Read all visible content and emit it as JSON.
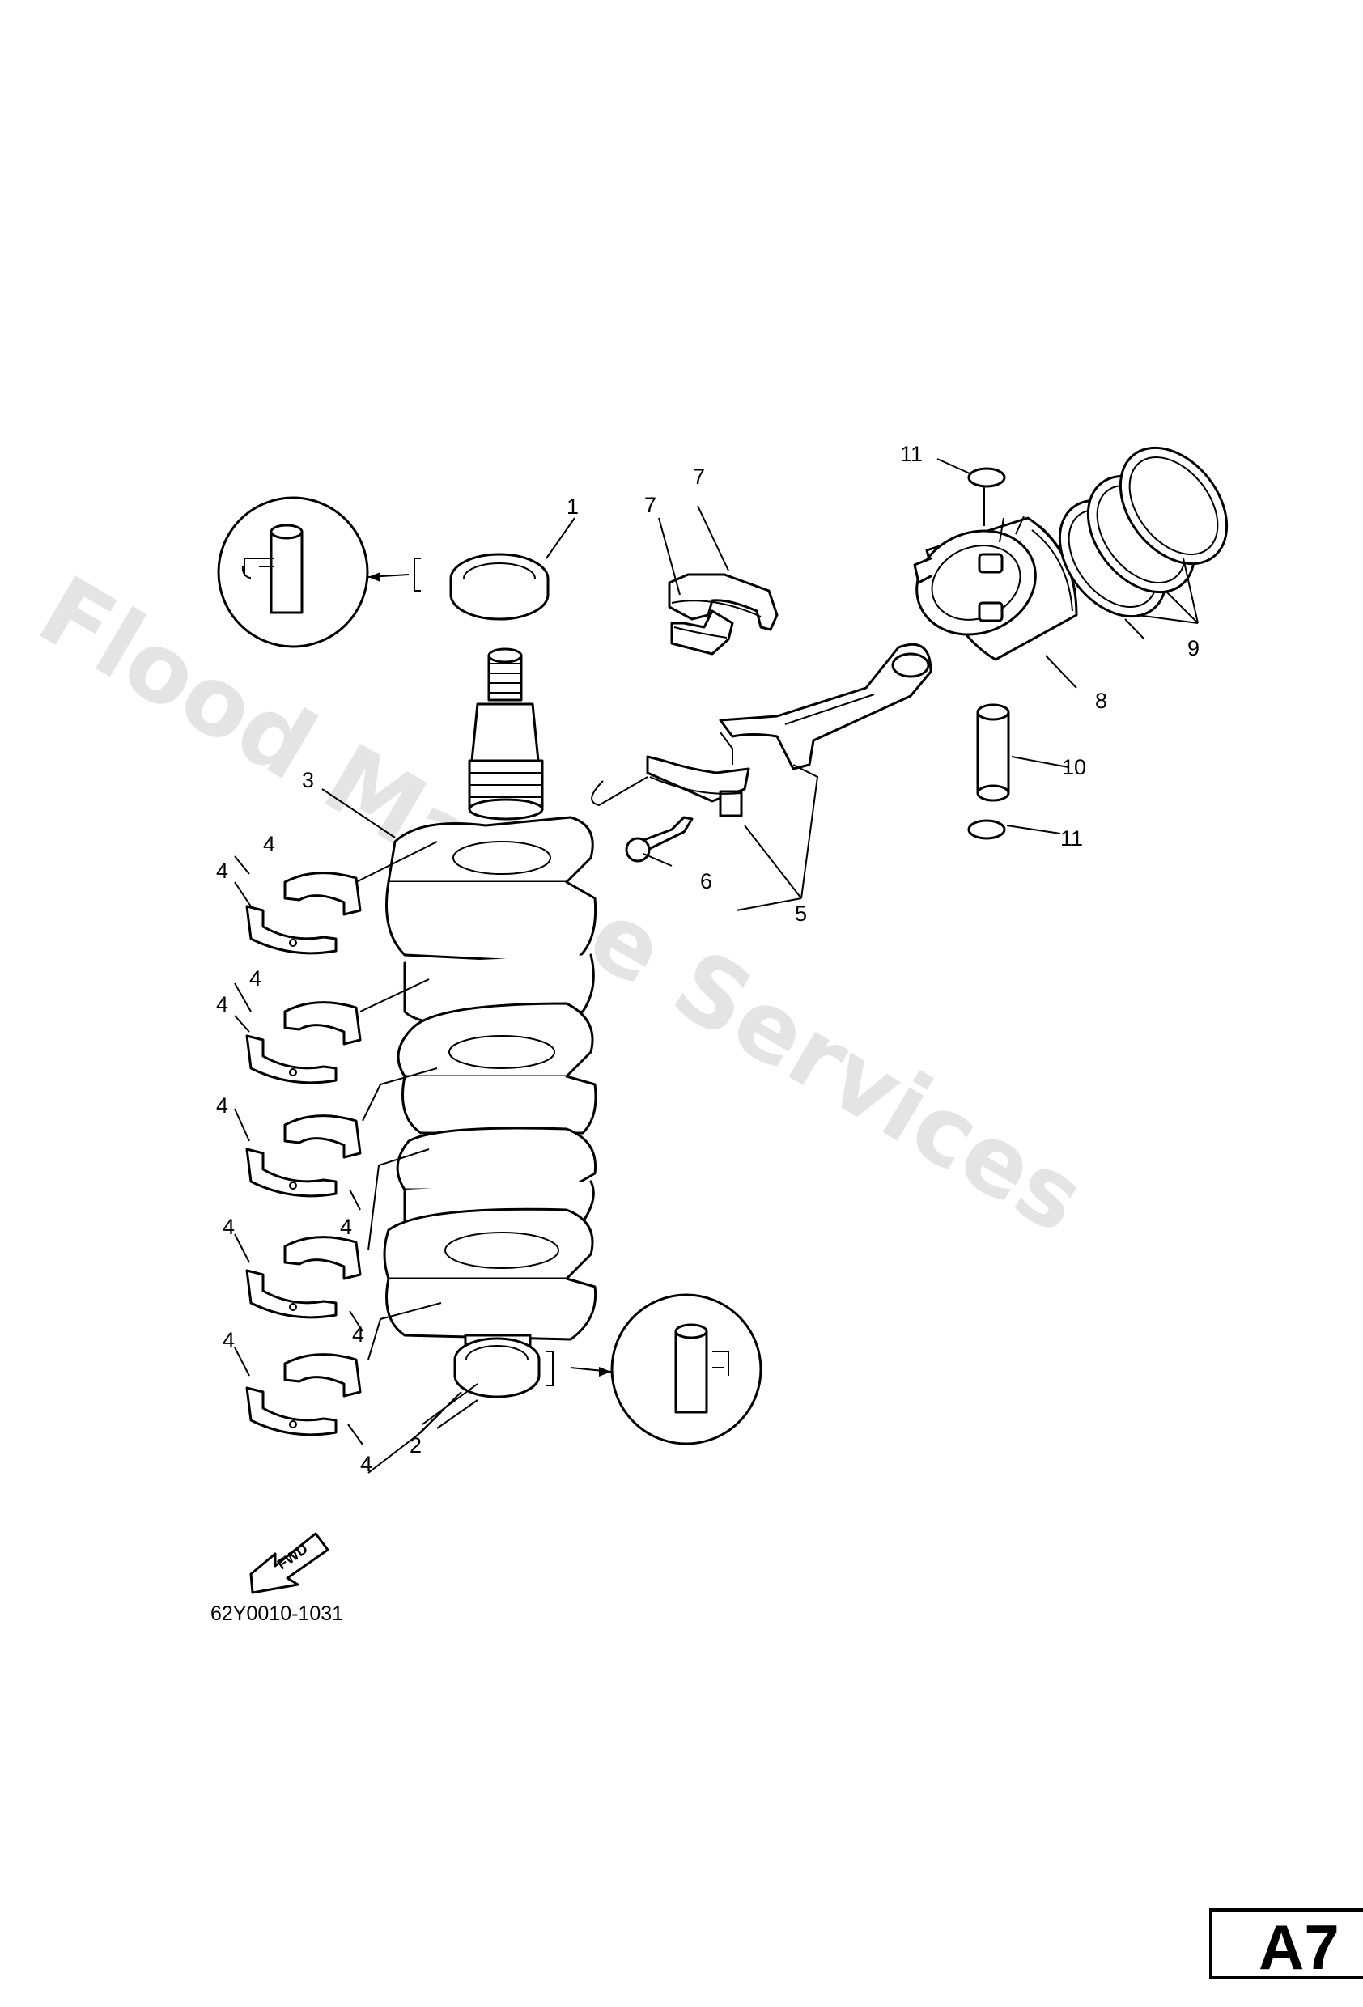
{
  "watermark": "Flood Marine Services",
  "drawing_code": "62Y0010-1031",
  "page_plate": "A7",
  "fwd_label": "FWD",
  "callouts": {
    "c1": "1",
    "c2": "2",
    "c3": "3",
    "c4a": "4",
    "c4b": "4",
    "c4c": "4",
    "c4d": "4",
    "c4e": "4",
    "c4f": "4",
    "c4g": "4",
    "c4h": "4",
    "c4i": "4",
    "c4j": "4",
    "c5": "5",
    "c6": "6",
    "c7a": "7",
    "c7b": "7",
    "c8": "8",
    "c9": "9",
    "c10": "10",
    "c11a": "11",
    "c11b": "11"
  },
  "colors": {
    "ink": "#000000",
    "paper": "#ffffff",
    "watermark": "#cfcfcf"
  }
}
